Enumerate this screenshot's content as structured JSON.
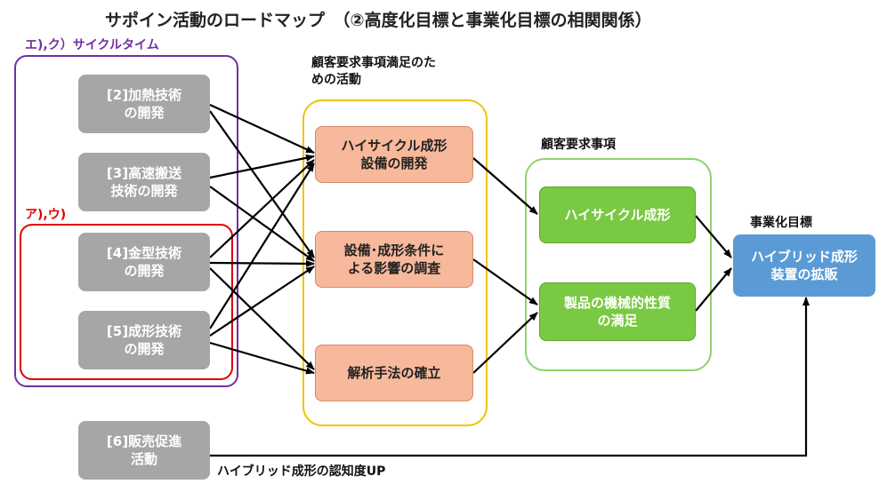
{
  "title": "サポイン活動のロードマップ　（②高度化目標と事業化目標の相関関係）",
  "group_labels": {
    "cycle_time": "エ),ク）サイクルタイム",
    "a_u": "ア),ウ)",
    "activities": "顧客要求事項満足のた\nめの活動",
    "requirements": "顧客要求事項",
    "goal": "事業化目標"
  },
  "tech_boxes": [
    "[2]加熱技術\nの開発",
    "[3]高速搬送\n技術の開発",
    "[4]金型技術\nの開発",
    "[5]成形技術\nの開発",
    "[6]販売促進\n活動"
  ],
  "activity_boxes": [
    "ハイサイクル成形\n設備の開発",
    "設備･成形条件に\nよる影響の調査",
    "解析手法の確立"
  ],
  "requirement_boxes": [
    "ハイサイクル成形",
    "製品の機械的性質\nの満足"
  ],
  "goal_box": "ハイブリッド成形\n装置の拡販",
  "bottom_arrow_label": "ハイブリッド成形の認知度UP",
  "colors": {
    "purple_border": "#7030a0",
    "red_border": "#e00000",
    "yellow_border": "#f2c200",
    "green_border": "#8fd16a",
    "gray_box": "#a6a6a6",
    "salmon_box": "#f7b89b",
    "green_box": "#7ac943",
    "blue_box": "#5b9bd5",
    "red_label": "#e00000",
    "purple_label": "#7030a0"
  }
}
